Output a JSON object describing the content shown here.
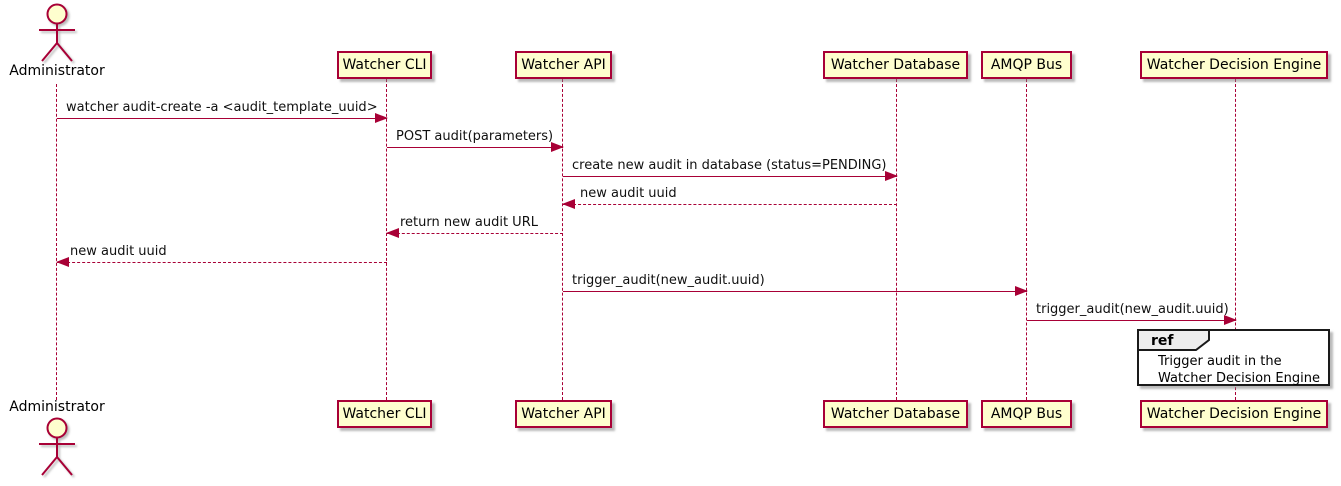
{
  "diagram_type": "uml-sequence",
  "actor": {
    "label": "Administrator"
  },
  "participants": [
    {
      "label": "Watcher CLI"
    },
    {
      "label": "Watcher API"
    },
    {
      "label": "Watcher Database"
    },
    {
      "label": "AMQP Bus"
    },
    {
      "label": "Watcher Decision Engine"
    }
  ],
  "messages": [
    {
      "from": "Administrator",
      "to": "Watcher CLI",
      "text": "watcher audit-create -a <audit_template_uuid>",
      "line": "solid",
      "direction": "right"
    },
    {
      "from": "Watcher CLI",
      "to": "Watcher API",
      "text": "POST audit(parameters)",
      "line": "solid",
      "direction": "right"
    },
    {
      "from": "Watcher API",
      "to": "Watcher Database",
      "text": "create new audit in database (status=PENDING)",
      "line": "solid",
      "direction": "right"
    },
    {
      "from": "Watcher Database",
      "to": "Watcher API",
      "text": "new audit uuid",
      "line": "dashed",
      "direction": "left"
    },
    {
      "from": "Watcher API",
      "to": "Watcher CLI",
      "text": "return new audit URL",
      "line": "dashed",
      "direction": "left"
    },
    {
      "from": "Watcher CLI",
      "to": "Administrator",
      "text": "new audit uuid",
      "line": "dashed",
      "direction": "left"
    },
    {
      "from": "Watcher API",
      "to": "AMQP Bus",
      "text": "trigger_audit(new_audit.uuid)",
      "line": "solid",
      "direction": "right"
    },
    {
      "from": "AMQP Bus",
      "to": "Watcher Decision Engine",
      "text": "trigger_audit(new_audit.uuid)",
      "line": "solid",
      "direction": "right"
    }
  ],
  "ref": {
    "keyword": "ref",
    "line1": "Trigger audit in the",
    "line2": "Watcher Decision Engine"
  },
  "colors": {
    "participant_fill": "#FEFECE",
    "stroke": "#A80036",
    "ref_tag_fill": "#EEEEEE",
    "ref_border": "#1A1A1A",
    "background": "#FFFFFF",
    "text": "#000000"
  }
}
